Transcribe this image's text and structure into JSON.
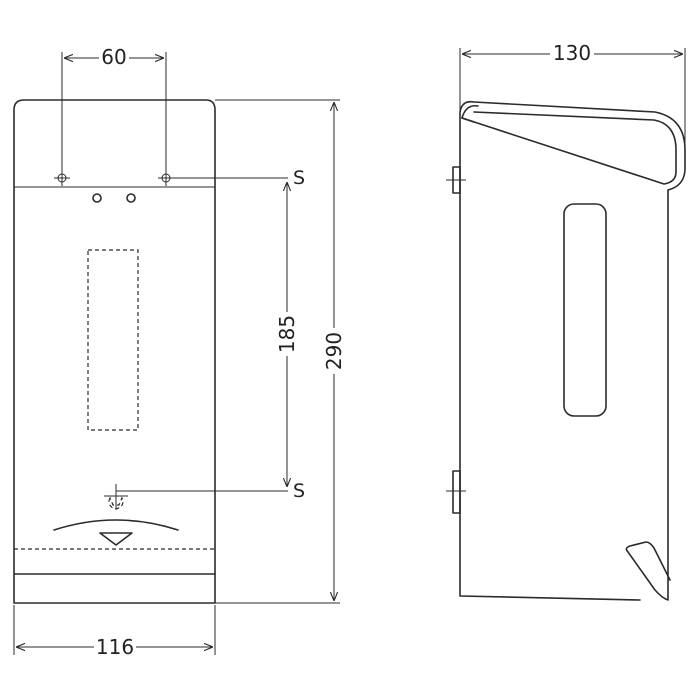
{
  "dimensions": {
    "top_width": "60",
    "bottom_width": "116",
    "mount_spacing": "185",
    "total_height": "290",
    "side_depth": "130"
  },
  "labels": {
    "screw_top": "S",
    "screw_bottom": "S"
  },
  "colors": {
    "line": "#2b2b2b",
    "background": "#ffffff"
  }
}
